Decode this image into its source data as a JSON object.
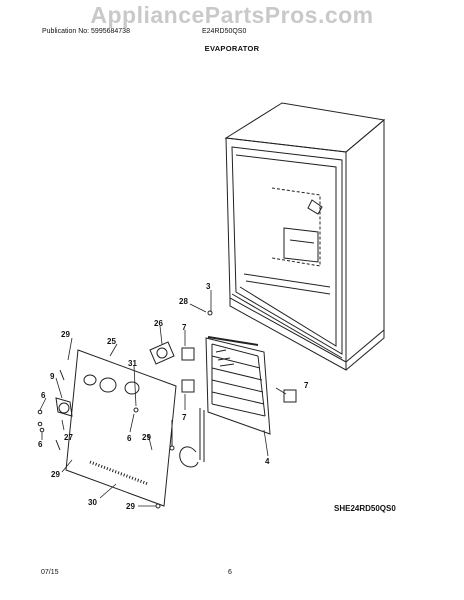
{
  "watermark": "AppliancePartsPros.com",
  "header": {
    "publication": "Publication No: 5995684738",
    "model": "E24RD50QS0",
    "section_title": "EVAPORATOR"
  },
  "diagram_code": "SHE24RD50QS0",
  "footer": {
    "date": "07/15",
    "page": "6"
  },
  "callouts": [
    "3",
    "28",
    "26",
    "7",
    "25",
    "29",
    "9",
    "6",
    "27",
    "6",
    "31",
    "6",
    "29",
    "7",
    "7",
    "4",
    "29",
    "30",
    "29"
  ]
}
